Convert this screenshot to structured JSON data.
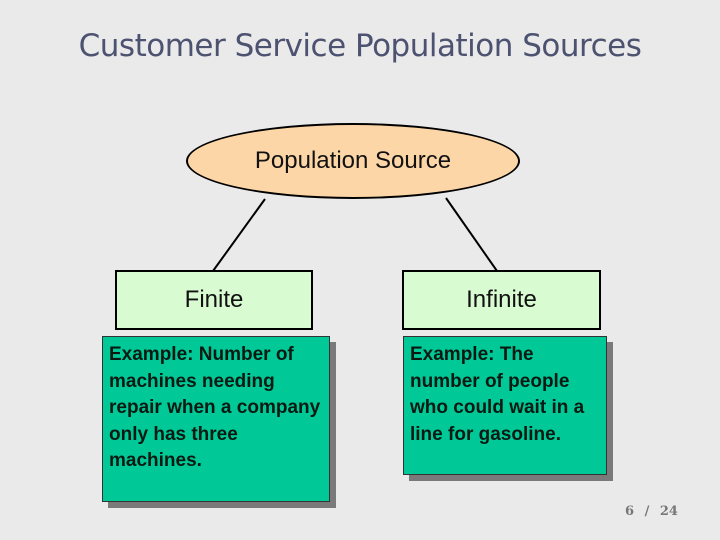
{
  "title": "Customer Service Population Sources",
  "diagram": {
    "root": {
      "label": "Population Source",
      "fill": "#fdd6a8"
    },
    "children": [
      {
        "label": "Finite",
        "example": "Example: Number of machines needing repair when a company only has three machines."
      },
      {
        "label": "Infinite",
        "example": "Example: The number of people who could wait in a line for gasoline."
      }
    ],
    "node_fill": "#d9fbd2",
    "example_fill": "#00c896"
  },
  "footer": {
    "page_number": "6 / 24"
  }
}
